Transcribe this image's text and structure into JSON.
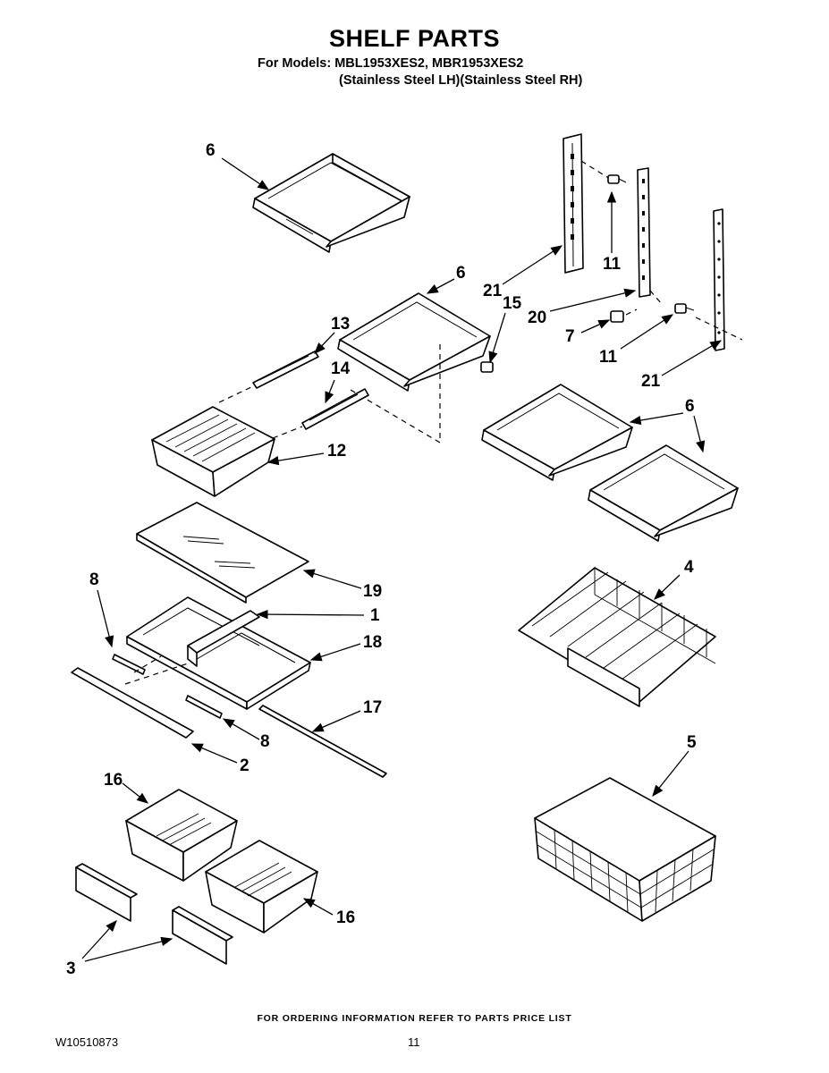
{
  "header": {
    "title": "SHELF PARTS",
    "models_line": "For Models: MBL1953XES2, MBR1953XES2",
    "finish_line": "(Stainless Steel LH)(Stainless Steel RH)"
  },
  "callouts": [
    {
      "id": "c6a",
      "label": "6"
    },
    {
      "id": "c11a",
      "label": "11"
    },
    {
      "id": "c21a",
      "label": "21"
    },
    {
      "id": "c6b",
      "label": "6"
    },
    {
      "id": "c15",
      "label": "15"
    },
    {
      "id": "c20",
      "label": "20"
    },
    {
      "id": "c7",
      "label": "7"
    },
    {
      "id": "c11b",
      "label": "11"
    },
    {
      "id": "c13",
      "label": "13"
    },
    {
      "id": "c14",
      "label": "14"
    },
    {
      "id": "c21b",
      "label": "21"
    },
    {
      "id": "c6c",
      "label": "6"
    },
    {
      "id": "c12",
      "label": "12"
    },
    {
      "id": "c19",
      "label": "19"
    },
    {
      "id": "c4",
      "label": "4"
    },
    {
      "id": "c8a",
      "label": "8"
    },
    {
      "id": "c1",
      "label": "1"
    },
    {
      "id": "c18",
      "label": "18"
    },
    {
      "id": "c17",
      "label": "17"
    },
    {
      "id": "c8b",
      "label": "8"
    },
    {
      "id": "c2",
      "label": "2"
    },
    {
      "id": "c5",
      "label": "5"
    },
    {
      "id": "c16a",
      "label": "16"
    },
    {
      "id": "c16b",
      "label": "16"
    },
    {
      "id": "c3",
      "label": "3"
    }
  ],
  "footer": {
    "ordering_note": "FOR ORDERING INFORMATION REFER TO PARTS PRICE LIST",
    "document_number": "W10510873",
    "page_number": "11"
  }
}
